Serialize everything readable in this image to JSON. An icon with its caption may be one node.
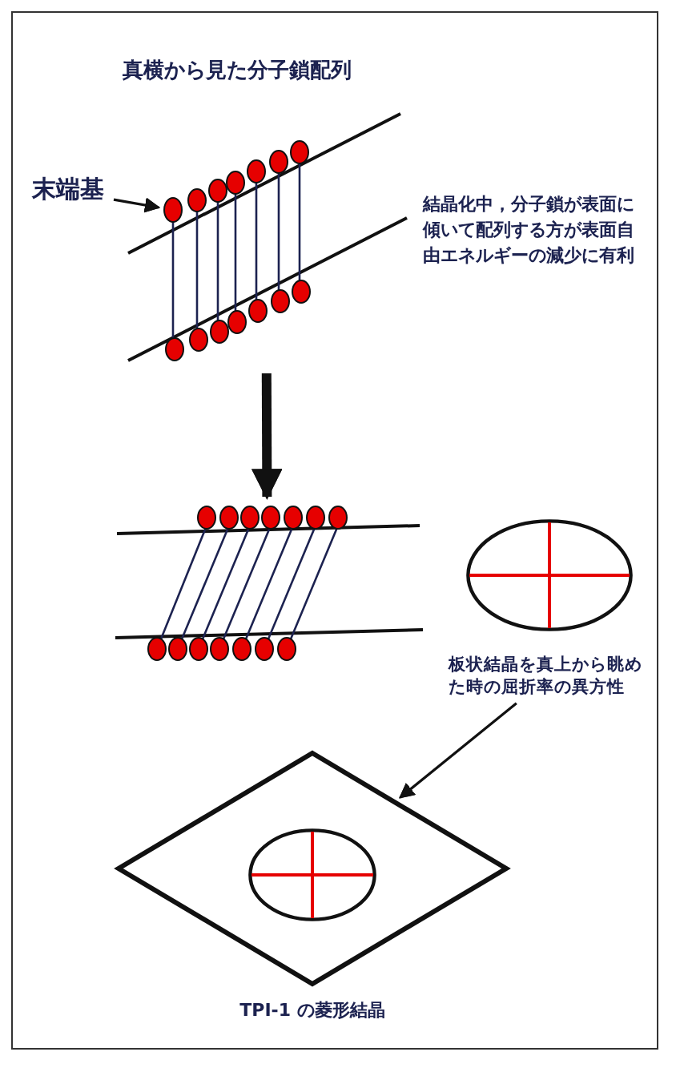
{
  "diagram": {
    "title": "真横から見た分子鎖配列",
    "nodes": [
      {
        "text": [
          "末端基"
        ]
      },
      {
        "text": [],
        "shape": "picture"
      },
      {
        "text": [],
        "shape": "circle",
        "in": 1
      },
      {
        "text": [],
        "shape": "picture"
      },
      {
        "text": [],
        "shape": "ellipse"
      },
      {
        "text": [
          "板状結晶を真上から眺めた時の屈折率の異方性"
        ]
      },
      {
        "text": [
          "TPI-1 の菱形結晶"
        ]
      },
      {
        "text": [],
        "shape": "ellipse",
        "in": 6
      }
    ],
    "edges": [
      {
        "from": 0,
        "to": 2,
        "arrow": "to"
      },
      {
        "from": 1,
        "to": 3,
        "arrow": "to",
        "style": "thick"
      },
      {
        "from": 5,
        "to": 6,
        "arrow": "to"
      }
    ],
    "labels": [
      "結晶化中，分子鎖が表面に傾いて配列する方が表面自由エネルギーの減少に有利"
    ]
  }
}
